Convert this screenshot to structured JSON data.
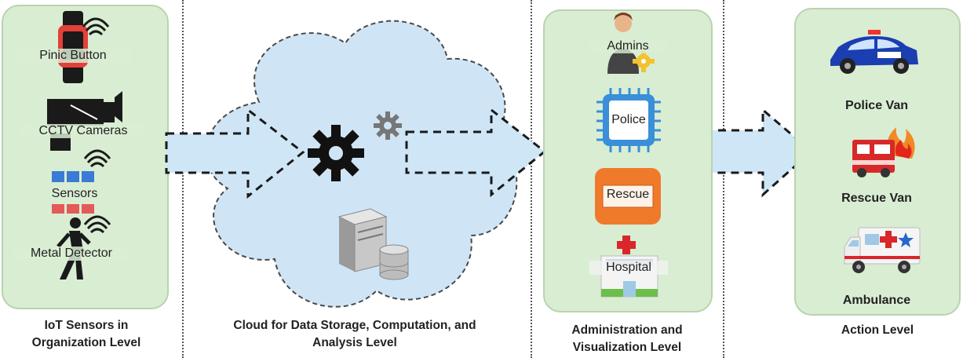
{
  "iot": {
    "items": [
      {
        "label": "Pinic Button",
        "icon": "smartwatch-icon"
      },
      {
        "label": "CCTV Cameras",
        "icon": "cctv-camera-icon"
      },
      {
        "label": "Sensors",
        "icon": "sensor-blocks-icon"
      },
      {
        "label": "Metal Detector",
        "icon": "walking-person-icon"
      }
    ],
    "caption_line1": "IoT Sensors  in",
    "caption_line2": "Organization Level"
  },
  "cloud": {
    "caption_line1": "Cloud for Data Storage, Computation, and",
    "caption_line2": "Analysis Level",
    "icons": [
      "gear-icon",
      "server-icon",
      "database-icon"
    ]
  },
  "admin": {
    "items": [
      {
        "label": "Admins",
        "icon": "admin-person-icon"
      },
      {
        "label": "Police",
        "icon": "chip-icon"
      },
      {
        "label": "Rescue",
        "icon": "rescue-box-icon"
      },
      {
        "label": "Hospital",
        "icon": "hospital-icon"
      }
    ],
    "caption_line1": "Administration and",
    "caption_line2": "Visualization  Level"
  },
  "action": {
    "items": [
      {
        "label": "Police Van",
        "icon": "police-car-icon"
      },
      {
        "label": "Rescue Van",
        "icon": "fire-truck-icon"
      },
      {
        "label": "Ambulance",
        "icon": "ambulance-icon"
      }
    ],
    "caption": "Action Level"
  },
  "colors": {
    "panel_fill": "#d9edd3",
    "panel_border": "#b7d4ad",
    "arrow_fill": "#cfe6f7",
    "cloud_fill": "#cfe5f6",
    "cloud_stroke": "#4a4a4a",
    "chip_blue": "#3a8fd8",
    "rescue_orange": "#f07a2c",
    "hospital_red": "#d9262b"
  }
}
